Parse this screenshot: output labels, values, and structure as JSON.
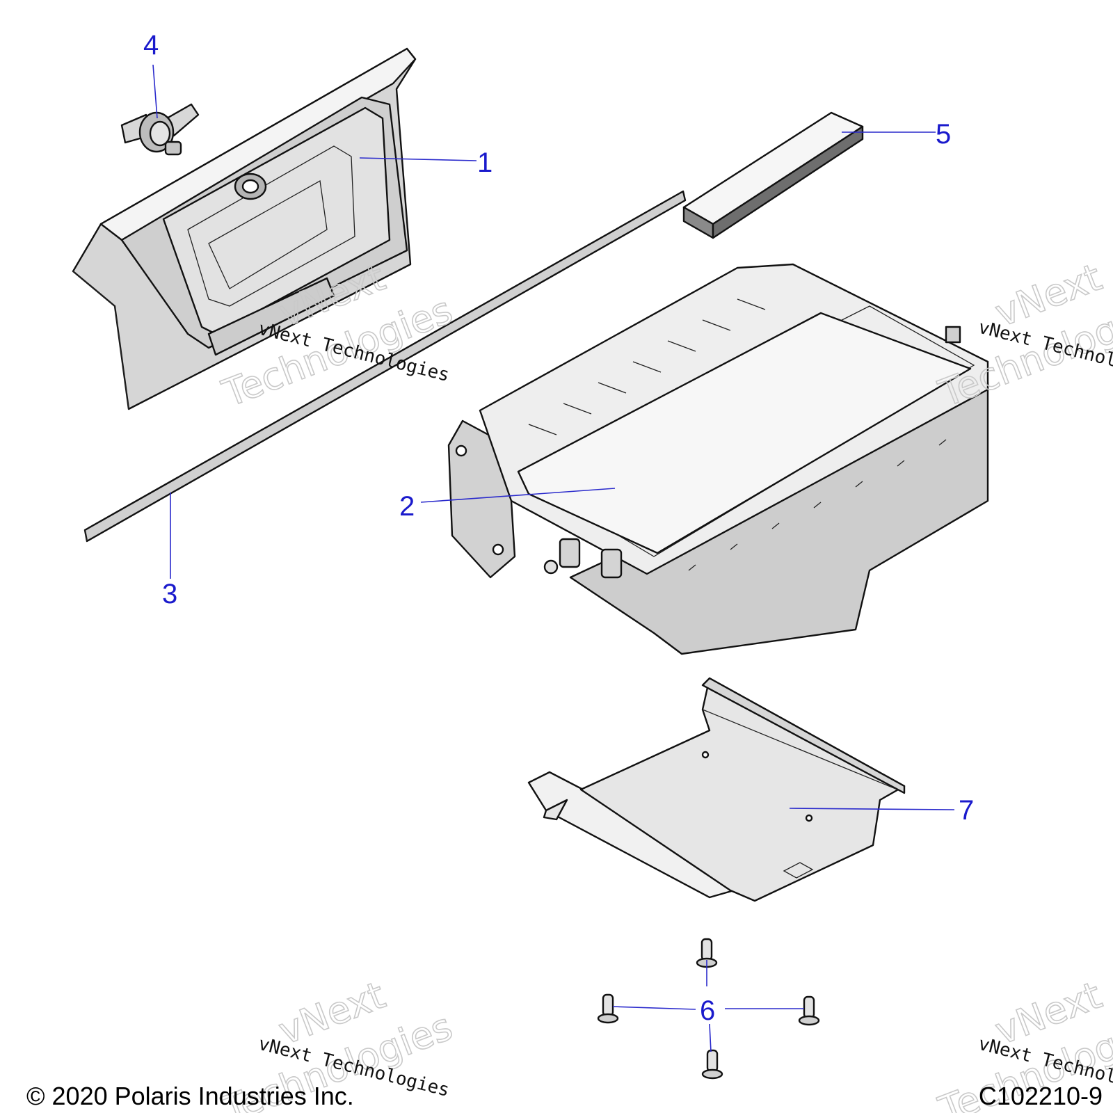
{
  "callouts": {
    "c1": "1",
    "c2": "2",
    "c3": "3",
    "c4": "4",
    "c5": "5",
    "c6": "6",
    "c7": "7"
  },
  "watermark": {
    "small": "vNext Technologies",
    "big_line1": "vNext",
    "big_line2": "Technologies"
  },
  "footer": {
    "copyright": "© 2020 Polaris Industries Inc.",
    "code": "C102210-9"
  },
  "colors": {
    "callout": "#1a1acc",
    "part_fill": "#d9d9d9",
    "part_stroke": "#111111"
  }
}
